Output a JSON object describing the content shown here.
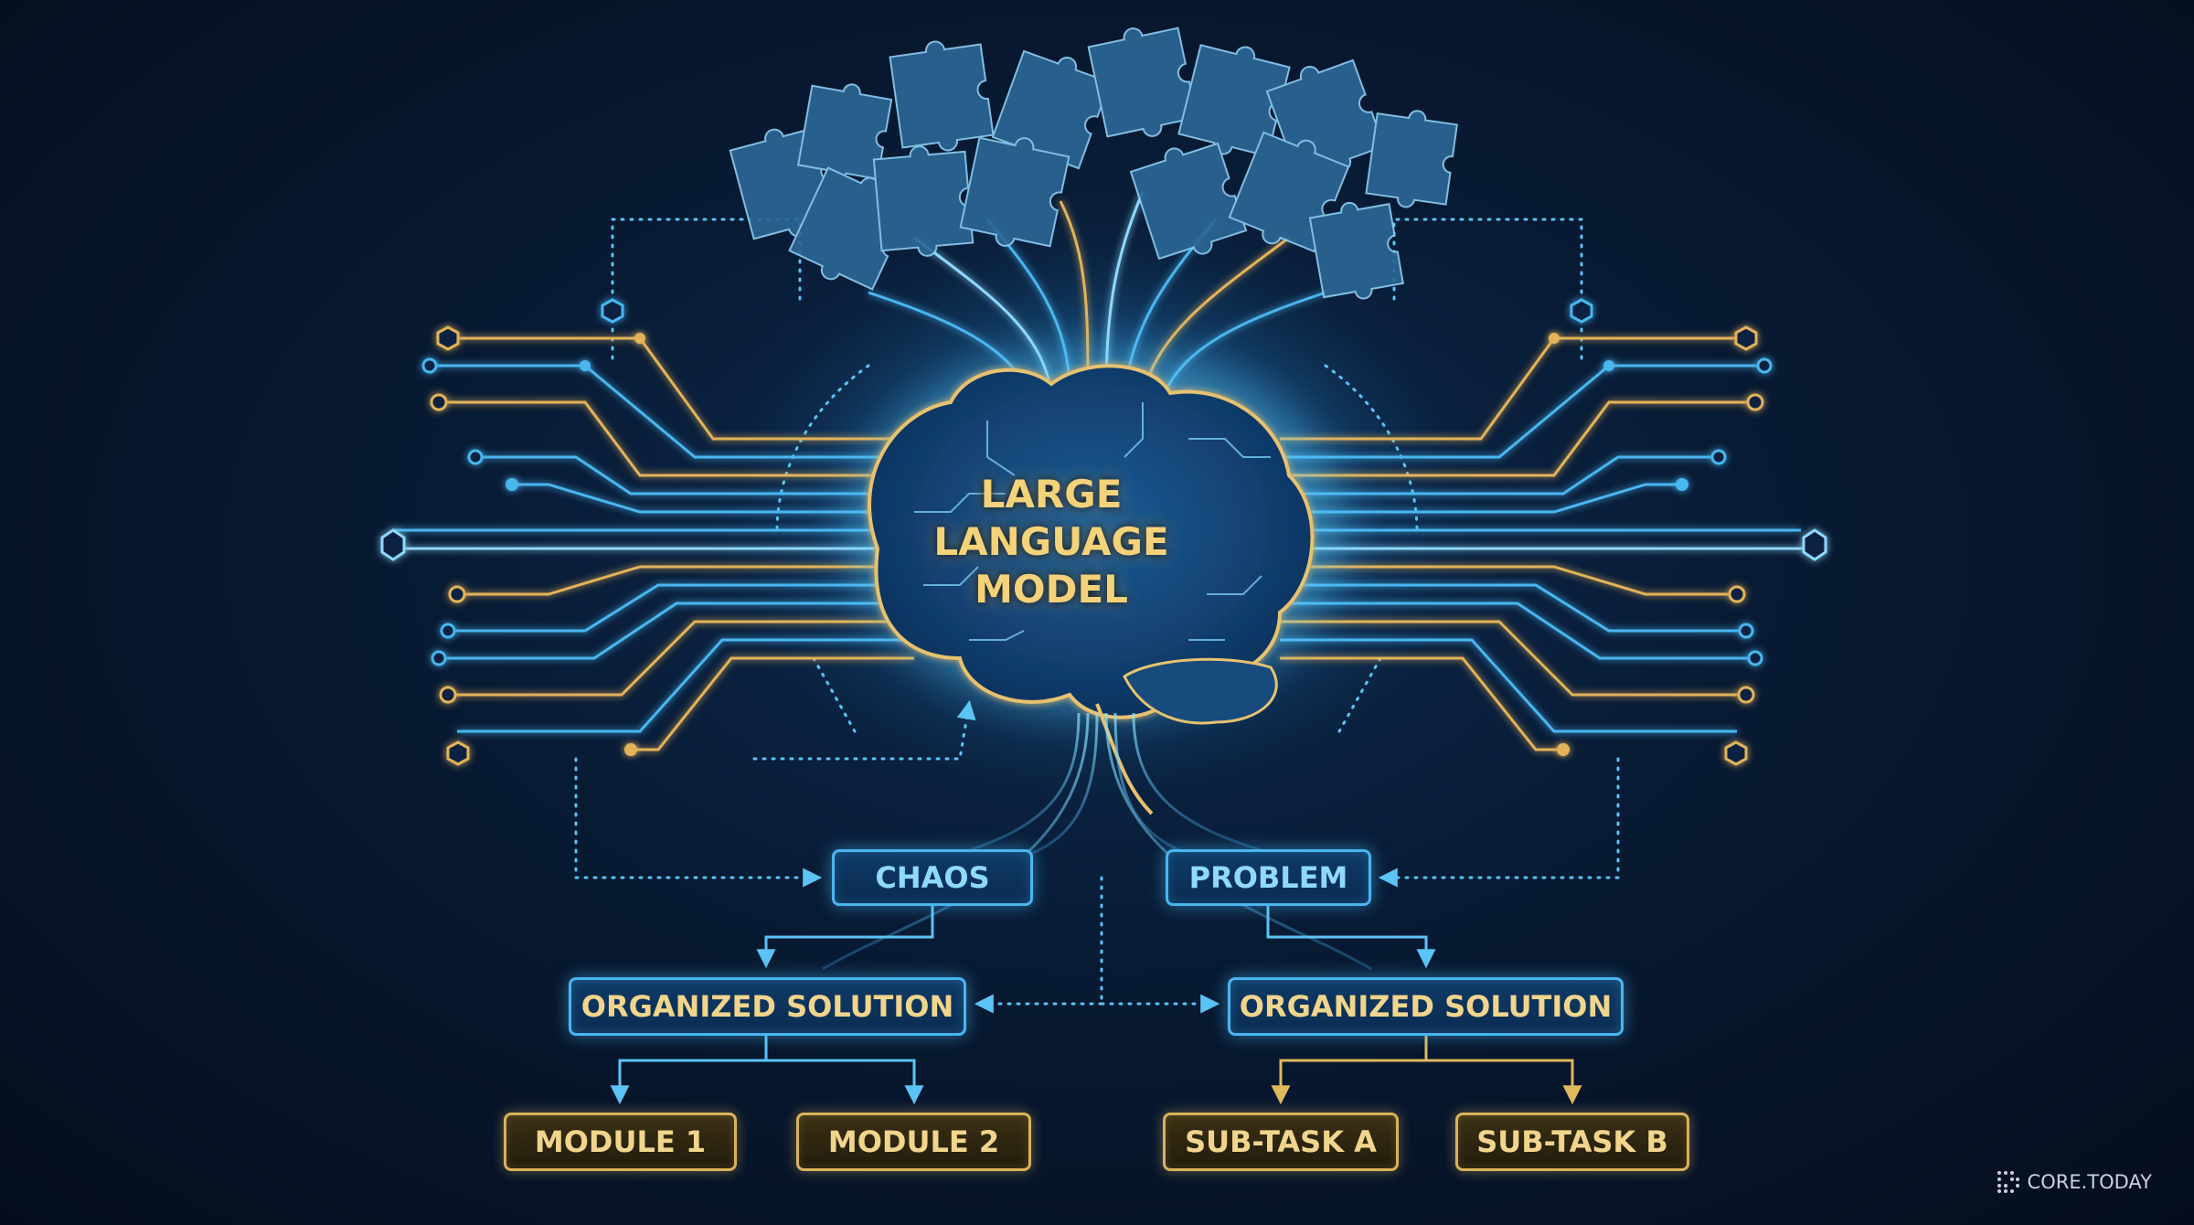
{
  "brain": {
    "line1": "LARGE",
    "line2": "LANGUAGE",
    "line3": "MODEL"
  },
  "boxes": {
    "chaos": "CHAOS",
    "problem": "PROBLEM",
    "organized_left": "ORGANIZED SOLUTION",
    "organized_right": "ORGANIZED SOLUTION",
    "module1": "MODULE 1",
    "module2": "MODULE 2",
    "subtask_a": "SUB-TASK A",
    "subtask_b": "SUB-TASK B"
  },
  "watermark": {
    "text": "CORE.TODAY",
    "icon": "dotted-grid-logo"
  },
  "colors": {
    "background": "#081a33",
    "accent_blue": "#49b6f0",
    "accent_gold": "#d9b25a"
  }
}
